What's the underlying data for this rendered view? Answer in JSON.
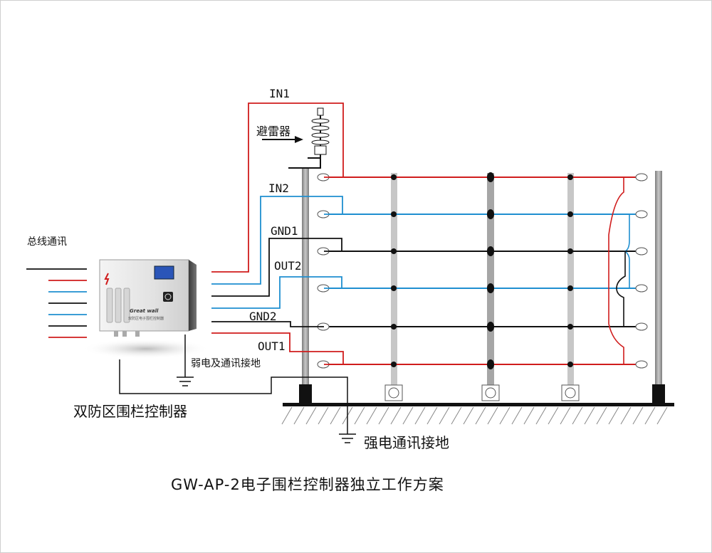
{
  "labels": {
    "bus_comm": "总线通讯",
    "in1": "IN1",
    "lightning_arrester": "避雷器",
    "in2": "IN2",
    "gnd1": "GND1",
    "out2": "OUT2",
    "gnd2": "GND2",
    "out1": "OUT1",
    "weak_ground": "弱电及通讯接地",
    "controller": "双防区围栏控制器",
    "strong_ground": "强电通讯接地",
    "title": "GW-AP-2电子围栏控制器独立工作方案"
  },
  "device": {
    "brand": "Great wall",
    "model_text": "双防区电子围栏控制器"
  },
  "colors": {
    "red": "#d01c1c",
    "blue": "#1f8fd0",
    "black": "#111111",
    "post": "#9a9a9a",
    "post_light": "#c4c4c4"
  }
}
